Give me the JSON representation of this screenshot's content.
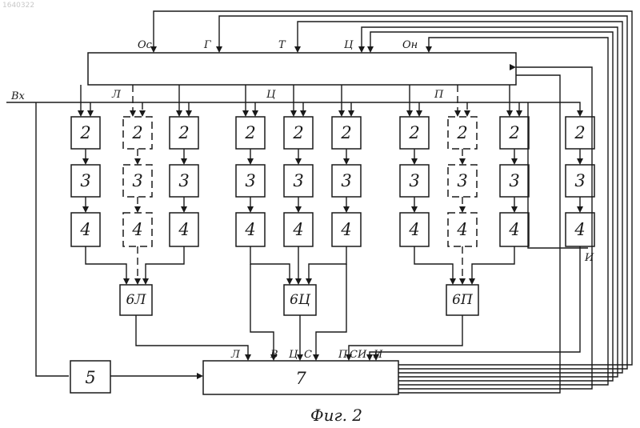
{
  "watermark": "1640322",
  "caption": "Фиг. 2",
  "top_labels": [
    "Ос",
    "Г",
    "Т",
    "Ц",
    "Он"
  ],
  "input_label": "Вх",
  "group_labels": [
    "Л",
    "Ц",
    "П"
  ],
  "unit_numbers": {
    "u2": "2",
    "u3": "3",
    "u4": "4"
  },
  "output_label": "И",
  "combiners": [
    "6Л",
    "6Ц",
    "6П"
  ],
  "block5": "5",
  "block7": "7",
  "block7_inputs": [
    "Л",
    "В",
    "Ц",
    "С",
    "П",
    "СИ",
    "И"
  ]
}
